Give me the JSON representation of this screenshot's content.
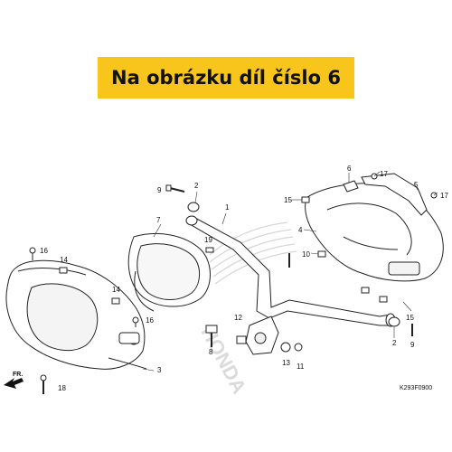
{
  "banner": {
    "text": "Na obrázku díl číslo 6",
    "color": "#f8c51c"
  },
  "diagram": {
    "code": "K293F0900",
    "direction_label": "FR.",
    "watermark_text": "HONDA",
    "callouts": [
      {
        "id": "c1",
        "label": "1"
      },
      {
        "id": "c2a",
        "label": "2"
      },
      {
        "id": "c2b",
        "label": "2"
      },
      {
        "id": "c3",
        "label": "3"
      },
      {
        "id": "c4",
        "label": "4"
      },
      {
        "id": "c5",
        "label": "5"
      },
      {
        "id": "c6",
        "label": "6"
      },
      {
        "id": "c7",
        "label": "7"
      },
      {
        "id": "c8",
        "label": "8"
      },
      {
        "id": "c9a",
        "label": "9"
      },
      {
        "id": "c9b",
        "label": "9"
      },
      {
        "id": "c10",
        "label": "10"
      },
      {
        "id": "c11",
        "label": "11"
      },
      {
        "id": "c12",
        "label": "12"
      },
      {
        "id": "c13",
        "label": "13"
      },
      {
        "id": "c14a",
        "label": "14"
      },
      {
        "id": "c14b",
        "label": "14"
      },
      {
        "id": "c15a",
        "label": "15"
      },
      {
        "id": "c15b",
        "label": "15"
      },
      {
        "id": "c16a",
        "label": "16"
      },
      {
        "id": "c16b",
        "label": "16"
      },
      {
        "id": "c17a",
        "label": "17"
      },
      {
        "id": "c17b",
        "label": "17"
      },
      {
        "id": "c18",
        "label": "18"
      },
      {
        "id": "c19",
        "label": "19"
      }
    ]
  }
}
